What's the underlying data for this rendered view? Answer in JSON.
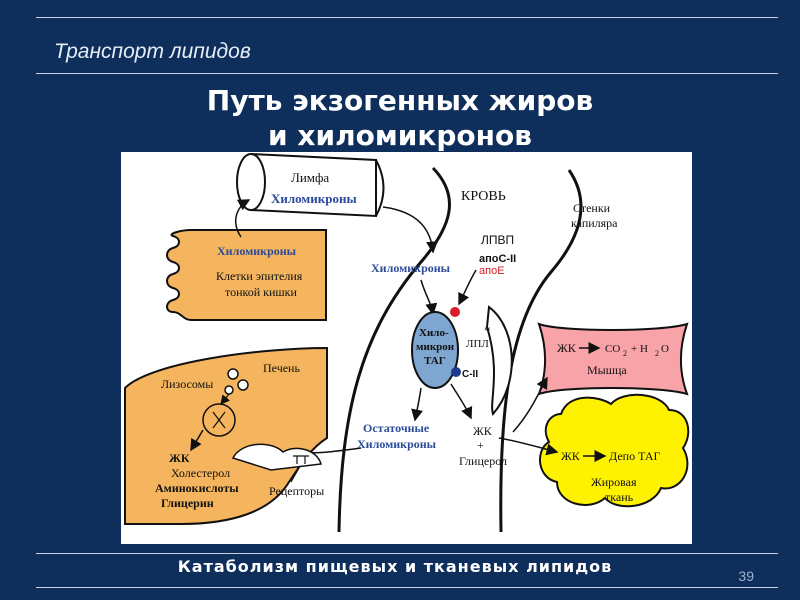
{
  "header": {
    "section_title": "Транспорт липидов"
  },
  "slide_title": {
    "line1": "Путь экзогенных жиров",
    "line2": "и хиломикронов"
  },
  "diagram": {
    "lymph": "Лимфа",
    "chylomicrons_lymph": "Хиломикроны",
    "blood": "КРОВЬ",
    "capillary_wall_1": "Стенки",
    "capillary_wall_2": "капиляра",
    "epithelium_chylomicrons": "Хиломикроны",
    "epithelium_1": "Клетки эпителия",
    "epithelium_2": "тонкой кишки",
    "chylomicrons_blood": "Хиломикроны",
    "hdl": "ЛПВП",
    "apo_c2": "апоС-II",
    "apo_e": "апоЕ",
    "cm_1": "Хило-",
    "cm_2": "микрон",
    "cm_3": "ТАГ",
    "asterisk": "*",
    "lpl": "ЛПЛ",
    "c2": "C-II",
    "remnant_1": "Остаточные",
    "remnant_2": "Хиломикроны",
    "fa_blood": "ЖК",
    "plus": "+",
    "glycerol": "Глицерол",
    "muscle_fa": "ЖК",
    "muscle_co2": "CO",
    "muscle_sub2": "2",
    "muscle_plus_h": "+ H",
    "muscle_o": "O",
    "muscle": "Мышца",
    "adipose_fa": "ЖК",
    "adipose_depot": "Депо ТАГ",
    "adipose_1": "Жировая",
    "adipose_2": "ткань",
    "liver": "Печень",
    "lysosomes": "Лизосомы",
    "liver_fa": "ЖК",
    "cholesterol": "Холестерол",
    "amino_acids": "Аминокислоты",
    "glycerin": "Глицерин",
    "receptors": "Рецепторы"
  },
  "footer": {
    "caption": "Катаболизм  пищевых и тканевых липидов",
    "page_number": "39"
  },
  "colors": {
    "background": "#0e2f5c",
    "tissue_orange": "#f5b55e",
    "muscle_pink": "#f7a3a8",
    "adipose_yellow": "#fff200",
    "chylomicron_blue": "#7ea6d0",
    "apo_red": "#d81e2a",
    "text_blue": "#2a4a9a"
  }
}
